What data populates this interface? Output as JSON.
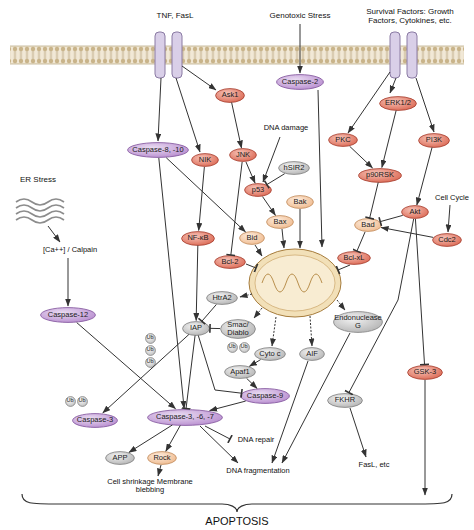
{
  "diagram": {
    "nodes": [
      {
        "text": [
          "Caspase-2"
        ]
      },
      {
        "text": [
          "Ask1"
        ]
      },
      {
        "text": [
          "Caspase-8, -10"
        ]
      },
      {
        "text": [
          "NIK"
        ]
      },
      {
        "text": [
          "JNK"
        ]
      },
      {
        "text": [
          "hSIR2"
        ]
      },
      {
        "text": [
          "p53"
        ]
      },
      {
        "text": [
          "ERK1/2"
        ]
      },
      {
        "text": [
          "PKC"
        ]
      },
      {
        "text": [
          "PI3K"
        ]
      },
      {
        "text": [
          "p90RSK"
        ]
      },
      {
        "text": [
          "Bak"
        ]
      },
      {
        "text": [
          "Bax"
        ]
      },
      {
        "text": [
          "Bid"
        ]
      },
      {
        "text": [
          "NF-κB"
        ]
      },
      {
        "text": [
          "Bad"
        ]
      },
      {
        "text": [
          "Akt"
        ]
      },
      {
        "text": [
          "Cdc2"
        ]
      },
      {
        "text": [
          "Bcl-2"
        ]
      },
      {
        "text": [
          "Bcl-xL"
        ]
      },
      {
        "text": [
          "Caspase-12"
        ]
      },
      {
        "text": [
          "HtrA2"
        ]
      },
      {
        "text": [
          "IAP"
        ]
      },
      {
        "text": [
          "Ub"
        ]
      },
      {
        "text": [
          "Ub"
        ]
      },
      {
        "text": [
          "Ub"
        ]
      },
      {
        "text": [
          "Smac/ Diablo"
        ]
      },
      {
        "text": [
          "Ub"
        ]
      },
      {
        "text": [
          "Ub"
        ]
      },
      {
        "text": [
          "Endonuclease G"
        ]
      },
      {
        "text": [
          "Cyto c"
        ]
      },
      {
        "text": [
          "AIF"
        ]
      },
      {
        "text": [
          "Apaf1"
        ]
      },
      {
        "text": [
          "Caspase-9"
        ]
      },
      {
        "text": [
          "Caspase-3"
        ]
      },
      {
        "text": [
          "Ub"
        ]
      },
      {
        "text": [
          "Ub"
        ]
      },
      {
        "text": [
          "Caspase-3, -6, -7"
        ]
      },
      {
        "text": [
          "GSK-3"
        ]
      },
      {
        "text": [
          "FKHR"
        ]
      },
      {
        "text": [
          "APP"
        ]
      },
      {
        "text": [
          "Rock"
        ]
      }
    ],
    "edges": [
      {
        "from": 1,
        "to": 4,
        "arrow": "to"
      },
      {
        "from": 3,
        "to": 14,
        "arrow": "to"
      },
      {
        "from": 2,
        "to": 13,
        "arrow": "to"
      },
      {
        "from": 2,
        "to": 37,
        "arrow": "to"
      },
      {
        "from": 4,
        "to": 6,
        "arrow": "to"
      },
      {
        "from": 4,
        "to": 18,
        "arrow": "to"
      },
      {
        "from": 5,
        "to": 6,
        "arrow": "to"
      },
      {
        "from": 6,
        "to": 12,
        "arrow": "to"
      },
      {
        "from": 7,
        "to": 10,
        "arrow": "to"
      },
      {
        "from": 8,
        "to": 10,
        "arrow": "to"
      },
      {
        "from": 10,
        "to": 15,
        "arrow": "to"
      },
      {
        "from": 9,
        "to": 16,
        "arrow": "to"
      },
      {
        "from": 16,
        "to": 15,
        "arrow": "to"
      },
      {
        "from": 17,
        "to": 15,
        "arrow": "to"
      },
      {
        "from": 15,
        "to": 19,
        "arrow": "to"
      },
      {
        "from": 16,
        "to": 38,
        "arrow": "to"
      },
      {
        "from": 16,
        "to": 39,
        "arrow": "to"
      },
      {
        "from": 14,
        "to": 22,
        "arrow": "to"
      },
      {
        "from": 20,
        "to": 37,
        "arrow": "to"
      },
      {
        "from": 21,
        "to": 22,
        "arrow": "to"
      },
      {
        "from": 26,
        "to": 22,
        "arrow": "to"
      },
      {
        "from": 22,
        "to": 37,
        "arrow": "to"
      },
      {
        "from": 22,
        "to": 33,
        "arrow": "to"
      },
      {
        "from": 22,
        "to": 34,
        "arrow": "to"
      },
      {
        "from": 30,
        "to": 32,
        "arrow": "to"
      },
      {
        "from": 32,
        "to": 33,
        "arrow": "to"
      },
      {
        "from": 33,
        "to": 37,
        "arrow": "to"
      },
      {
        "from": 37,
        "to": 40,
        "arrow": "to"
      },
      {
        "from": 37,
        "to": 41,
        "arrow": "to"
      }
    ],
    "labels": [
      "TNF, FasL",
      "Genotoxic Stress",
      "Survival Factors: Growth Factors, Cytokines, etc.",
      "DNA damage",
      "ER Stress",
      "[Ca++] / Calpain",
      "Cell Cycle",
      "DNA repair",
      "Cell shrinkage Membrane blebbing",
      "DNA fragmentation",
      "FasL, etc",
      "APOPTOSIS"
    ]
  }
}
